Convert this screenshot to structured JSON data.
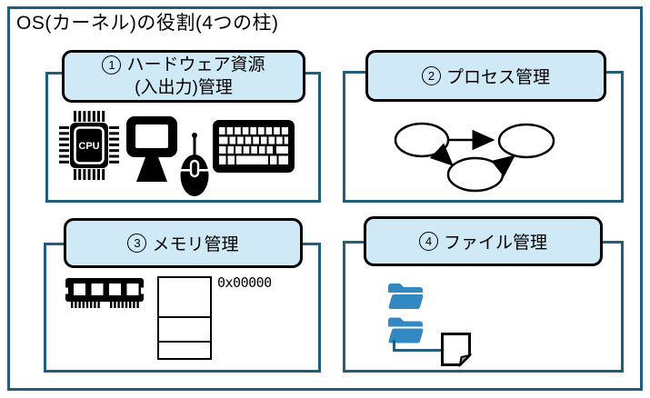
{
  "title": "OS(カーネル)の役割(4つの柱)",
  "panels": {
    "hardware": {
      "number": "1",
      "title_line1": "ハードウェア資源",
      "title_line2": "(入出力)管理",
      "icon_names": [
        "cpu-chip-icon",
        "monitor-icon",
        "mouse-icon",
        "keyboard-icon"
      ]
    },
    "process": {
      "number": "2",
      "title": "プロセス管理",
      "diagram": "three oval process nodes linked by arrows: left to right, left to bottom, bottom to right"
    },
    "memory": {
      "number": "3",
      "title": "メモリ管理",
      "address_label": "0x00000",
      "icon_names": [
        "ram-module-icon",
        "memory-map"
      ]
    },
    "file": {
      "number": "4",
      "title": "ファイル管理",
      "icon_names": [
        "folder-icon",
        "folder-icon",
        "document-icon"
      ]
    }
  },
  "icons": {
    "cpu_label": "CPU"
  },
  "colors": {
    "frame_border": "#205e7c",
    "title_fill": "#cfe9f7",
    "title_border": "#000000",
    "folder_blue": "#3289c1",
    "icon_black": "#000000"
  }
}
